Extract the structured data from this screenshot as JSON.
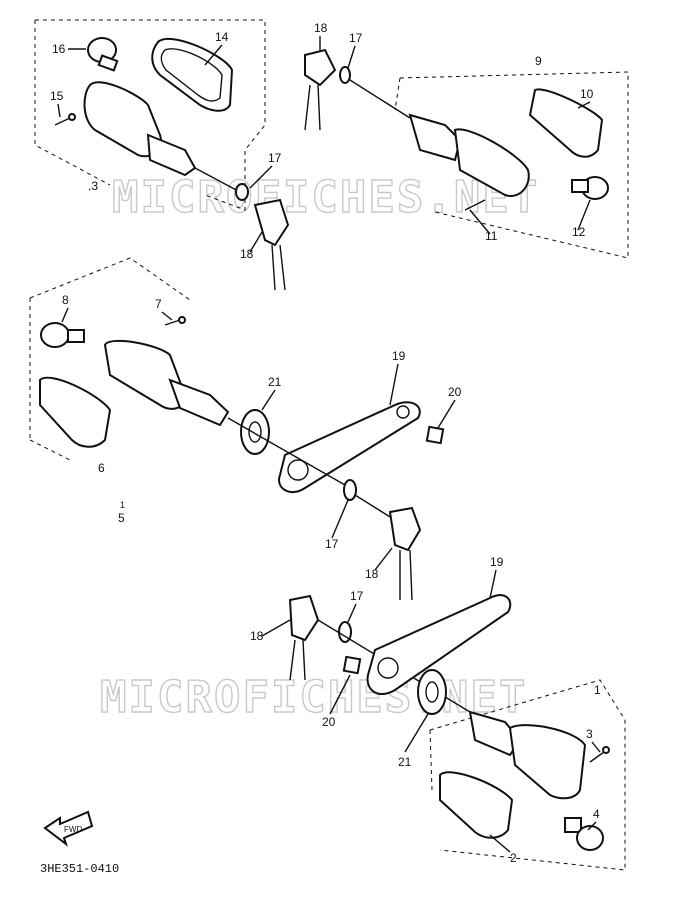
{
  "diagram_code": "3HE351-0410",
  "watermark": [
    "MICROFICHES.NET",
    "MICROFICHES.NET"
  ],
  "fwd_label": "FWD",
  "callouts": {
    "c1": "1",
    "c2": "2",
    "c3": "3",
    "c4": "4",
    "c5": "5",
    "c6": "6",
    "c7": "7",
    "c8": "8",
    "c9": "9",
    "c10": "10",
    "c11": "11",
    "c12": "12",
    "c13": ".3",
    "c14": "14",
    "c15": "15",
    "c16": "16",
    "c17a": "17",
    "c17b": "17",
    "c17c": "17",
    "c17d": "17",
    "c18a": "18",
    "c18b": "18",
    "c18c": "18",
    "c18d": "18",
    "c19a": "19",
    "c19b": "19",
    "c20a": "20",
    "c20b": "20",
    "c21a": "21",
    "c21b": "21",
    "c1small": "1"
  }
}
